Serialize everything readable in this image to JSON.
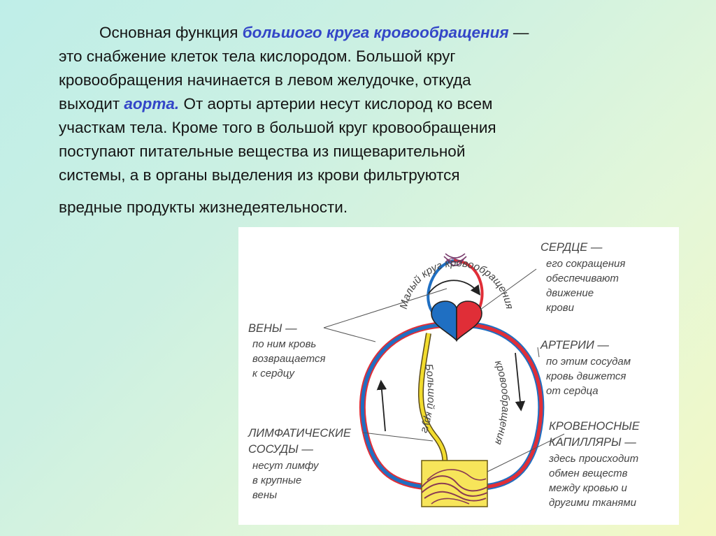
{
  "paragraph": {
    "line1_start": "Основная функция ",
    "line1_highlight": "большого круга кровообращения",
    "line1_end": " —",
    "line2": "это снабжение клеток тела кислородом. Большой круг",
    "line3": "кровообращения начинается в левом желудочке, откуда",
    "line4_start": "выходит ",
    "line4_highlight": "аорта.",
    "line4_end": " От аорты артерии несут кислород ко всем",
    "line5": "участкам тела. Кроме того в большой круг кровообращения",
    "line6": "поступают питательные вещества из пищеварительной",
    "line7": "системы, а в органы выделения из крови фильтруются",
    "line8": "вредные продукты жизнедеятельности."
  },
  "diagram": {
    "small_circle_label": "Малый круг кровообращения",
    "big_circle_left": "Большой круг",
    "big_circle_right": "кровообращения",
    "heart": {
      "title": "СЕРДЦЕ —",
      "lines": [
        "его сокращения",
        "обеспечивают",
        "движение",
        "крови"
      ]
    },
    "veins": {
      "title": "ВЕНЫ —",
      "lines": [
        "по ним кровь",
        "возвращается",
        "к сердцу"
      ]
    },
    "arteries": {
      "title": "АРТЕРИИ —",
      "lines": [
        "по этим сосудам",
        "кровь движется",
        "от сердца"
      ]
    },
    "lymph": {
      "title1": "ЛИМФАТИЧЕСКИЕ",
      "title2": "СОСУДЫ —",
      "lines": [
        "несут лимфу",
        "в крупные",
        "вены"
      ]
    },
    "capillaries": {
      "title1": "КРОВЕНОСНЫЕ",
      "title2": "КАПИЛЛЯРЫ —",
      "lines": [
        "здесь происходит",
        "обмен веществ",
        "между кровью и",
        "другими тканями"
      ]
    },
    "colors": {
      "artery": "#e02e37",
      "vein": "#1f6fc2",
      "lymph": "#e8d21a",
      "capillary_box": "#f7e55a"
    }
  }
}
